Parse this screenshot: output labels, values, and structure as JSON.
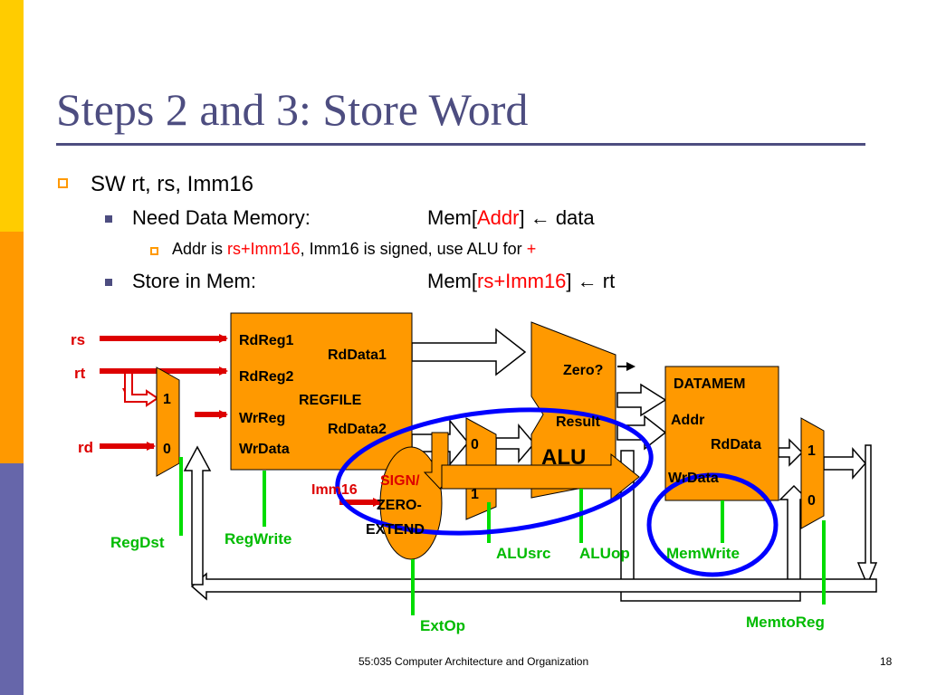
{
  "slide": {
    "title": "Steps 2 and 3:  Store Word",
    "bullets": {
      "b1": "SW rt, rs, Imm16",
      "b2_left": "Need Data Memory:",
      "b2_pre": "Mem[",
      "b2_red": "Addr",
      "b2_post": "] ← data",
      "b3_pre": "Addr is ",
      "b3_red": "rs+Imm16",
      "b3_mid": ", Imm16 is signed, use ALU for ",
      "b3_red2": "+",
      "b4_left": "Store in Mem:",
      "b4_pre": "Mem[",
      "b4_red": "rs+Imm16",
      "b4_post": "] ← rt"
    }
  },
  "diagram": {
    "inputs": {
      "rs": "rs",
      "rt": "rt",
      "rd": "rd",
      "imm16": "Imm16"
    },
    "regfile": {
      "rdreg1": "RdReg1",
      "rdreg2": "RdReg2",
      "wrreg": "WrReg",
      "wrdata": "WrData",
      "rddata1": "RdData1",
      "rddata2": "RdData2",
      "name": "REGFILE"
    },
    "mux_regdst": {
      "one": "1",
      "zero": "0"
    },
    "mux_alusrc": {
      "zero": "0",
      "one": "1"
    },
    "mux_memtoreg": {
      "one": "1",
      "zero": "0"
    },
    "alu": {
      "zero": "Zero?",
      "result": "Result",
      "name": "ALU"
    },
    "datamem": {
      "name": "DATAMEM",
      "addr": "Addr",
      "rddata": "RdData",
      "wrdata": "WrData"
    },
    "extender": {
      "line1": "SIGN/",
      "line2": "ZERO-",
      "line3": "EXTEND"
    },
    "controls": {
      "regdst": "RegDst",
      "regwrite": "RegWrite",
      "extop": "ExtOp",
      "alusrc": "ALUsrc",
      "aluop": "ALUop",
      "memwrite": "MemWrite",
      "memtoreg": "MemtoReg"
    },
    "colors": {
      "block_fill": "#ff9900",
      "input_arrow": "#dd0000",
      "control_line": "#00dd00",
      "highlight": "#0000ff"
    }
  },
  "footer": {
    "course": "55:035 Computer Architecture and Organization",
    "page": "18"
  }
}
